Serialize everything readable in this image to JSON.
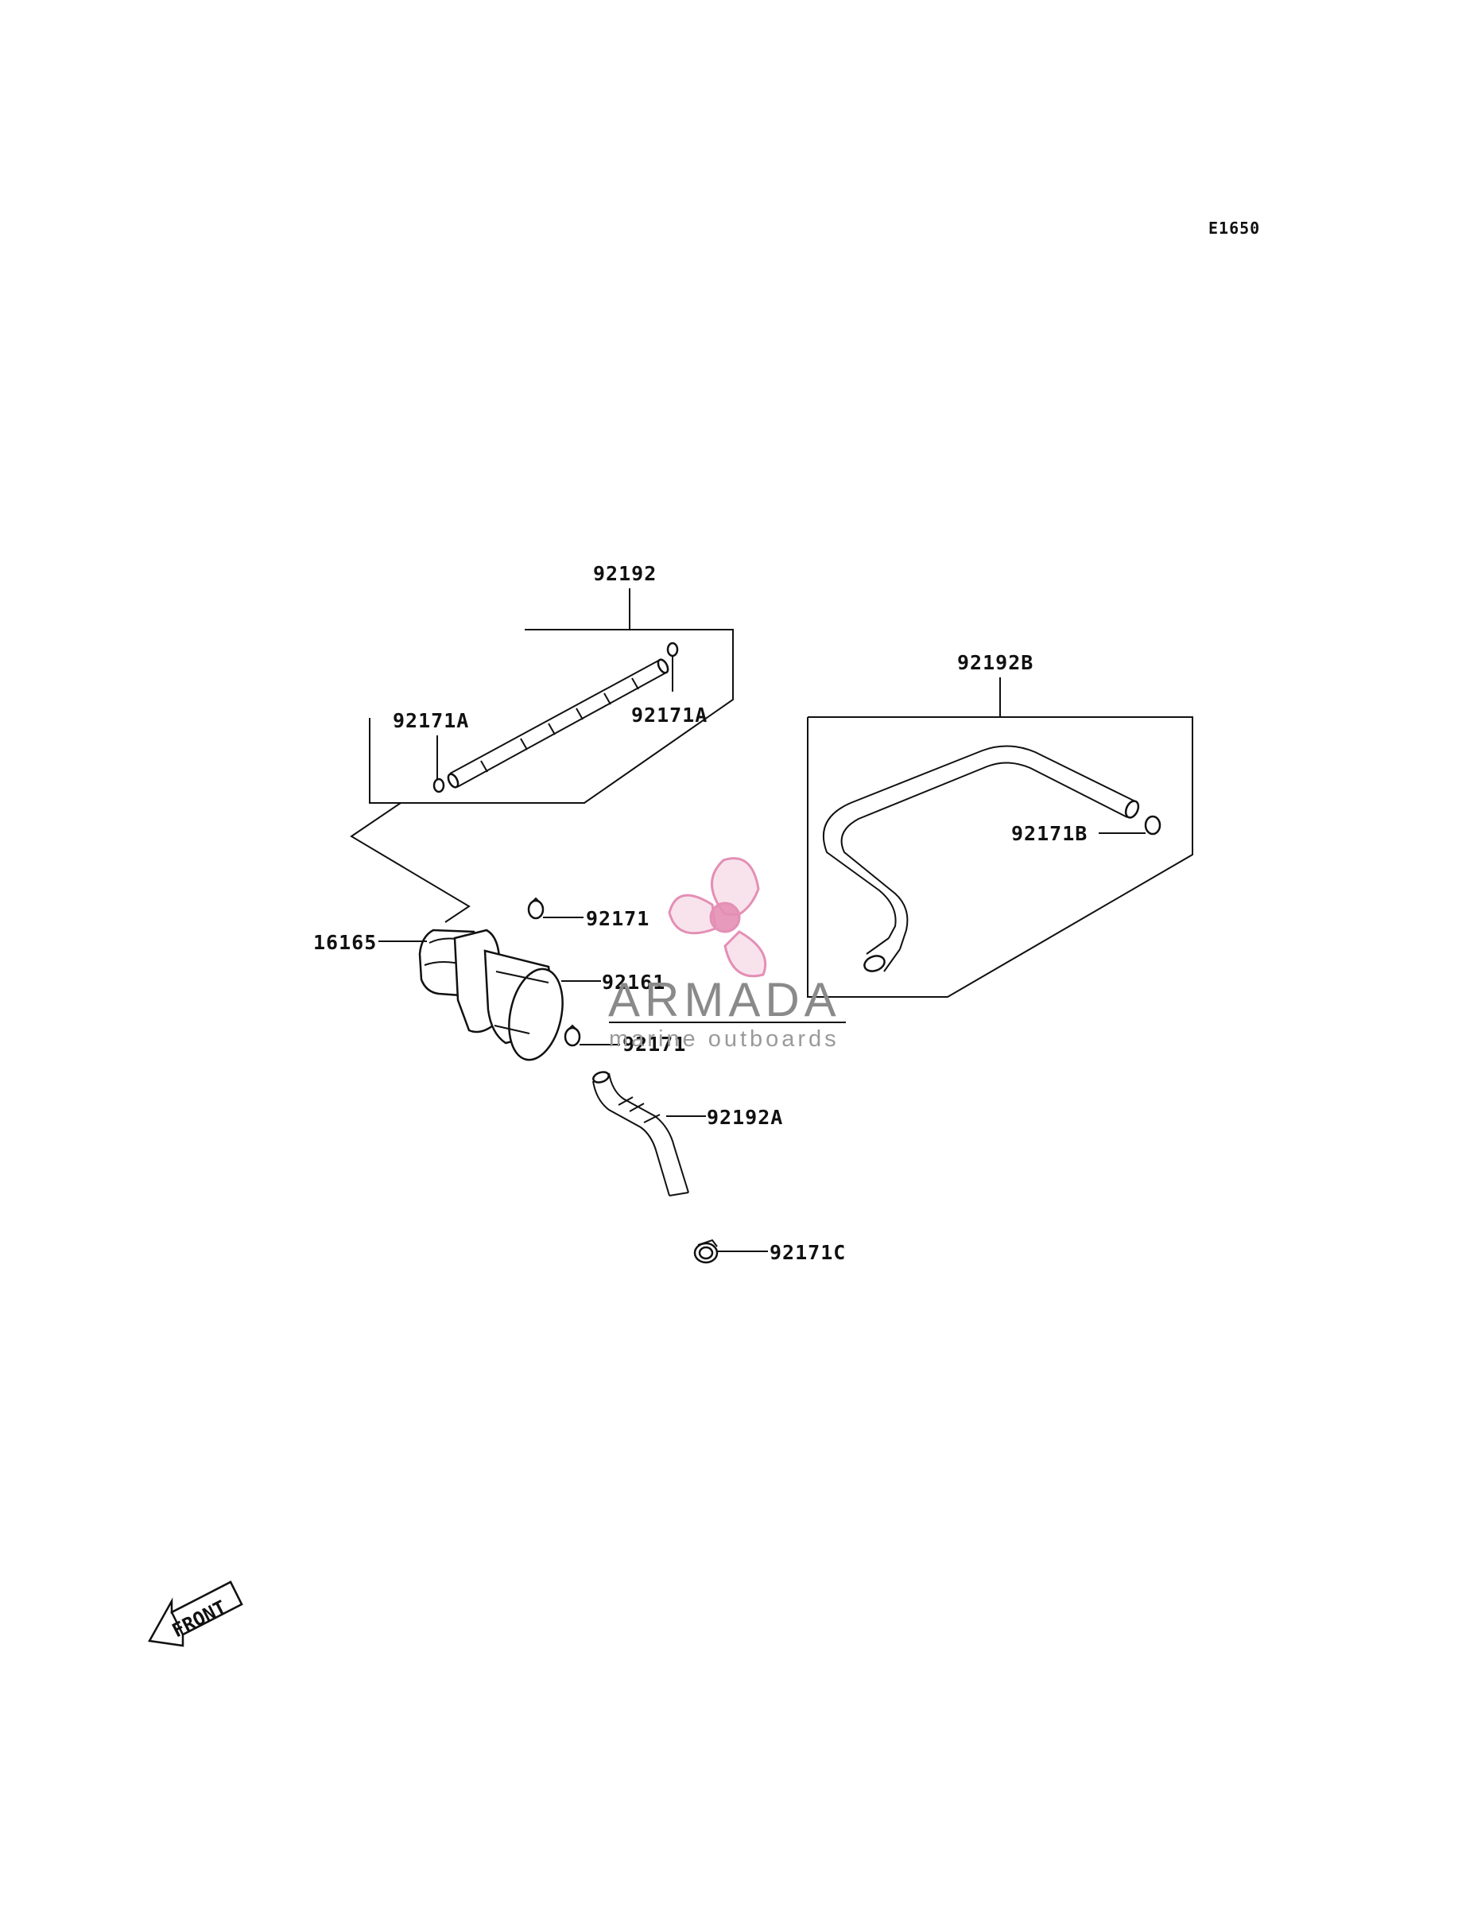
{
  "diagram_code": "E1650",
  "labels": {
    "p92192": "92192",
    "p92171A_left": "92171A",
    "p92171A_right": "92171A",
    "p92192B": "92192B",
    "p92171B": "92171B",
    "p92171_upper": "92171",
    "p16165": "16165",
    "p92161": "92161",
    "p92171_lower": "92171",
    "p92192A": "92192A",
    "p92171C": "92171C"
  },
  "watermark": {
    "title": "ARMADA",
    "subtitle": "marine outboards",
    "logo_icon": "propeller-logo-icon",
    "accent_color": "#e48fb5"
  },
  "front_marker": {
    "text": "FRONT",
    "icon": "front-arrow-icon"
  }
}
